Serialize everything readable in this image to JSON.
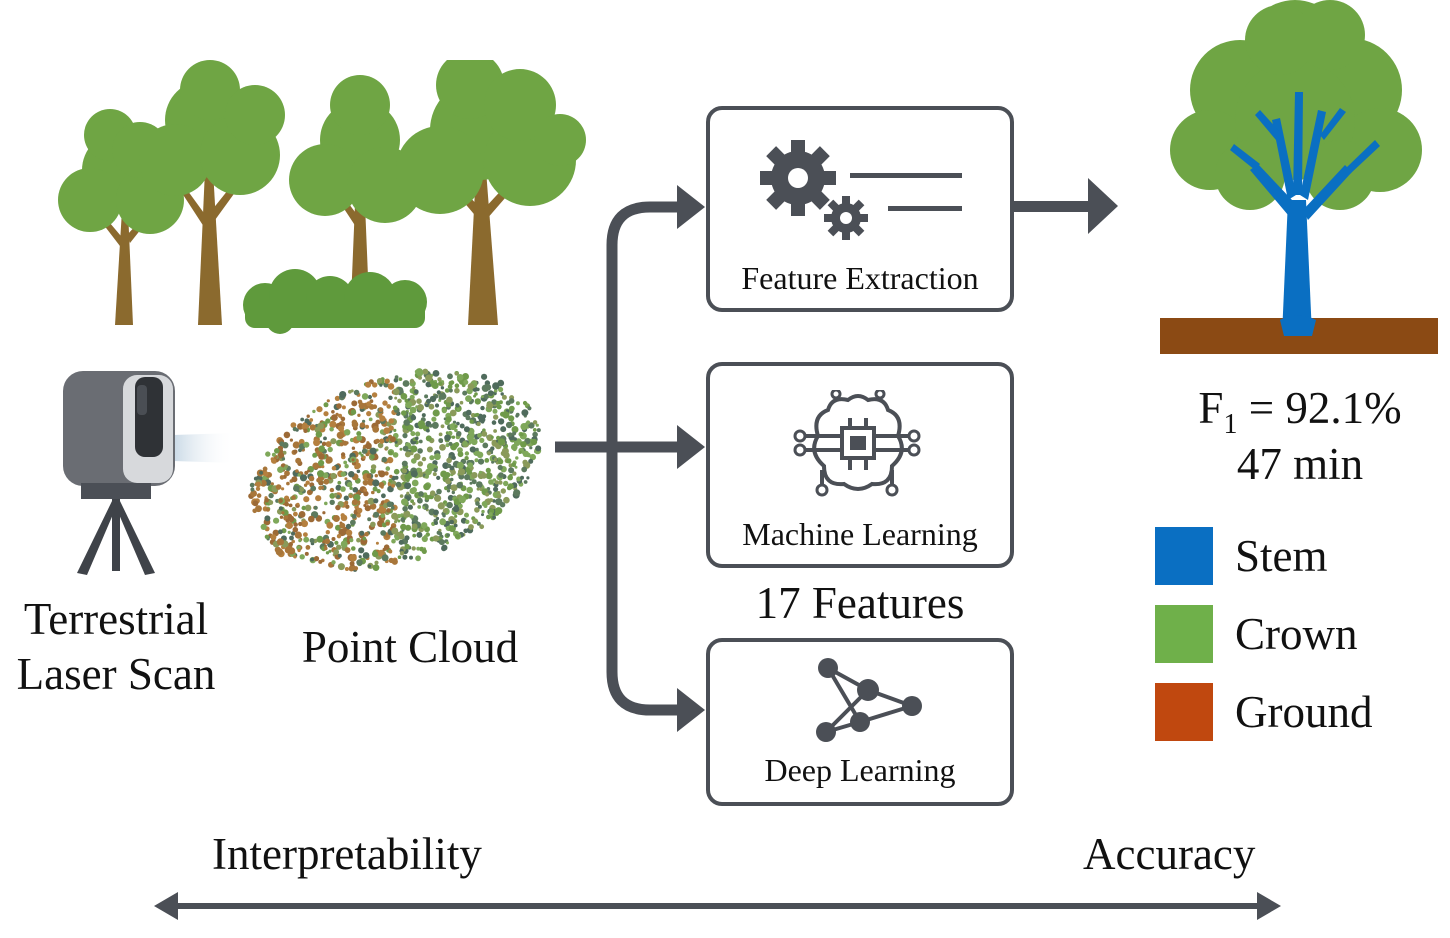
{
  "left": {
    "scanner_label_line1": "Terrestrial",
    "scanner_label_line2": "Laser Scan",
    "cloud_label": "Point Cloud"
  },
  "methods": {
    "feature_extraction": "Feature Extraction",
    "machine_learning": "Machine Learning",
    "features_count": "17 Features",
    "deep_learning": "Deep Learning"
  },
  "result": {
    "f1_symbol": "F",
    "f1_subscript": "1",
    "f1_value": "= 92.1%",
    "time": "47 min"
  },
  "legend": [
    {
      "label": "Stem",
      "color": "#0a6fc2"
    },
    {
      "label": "Crown",
      "color": "#6fb04a"
    },
    {
      "label": "Ground",
      "color": "#c0480f"
    }
  ],
  "axis": {
    "left_label": "Interpretability",
    "right_label": "Accuracy"
  },
  "colors": {
    "arrow": "#4b4f56",
    "tree_crown": "#6fa544",
    "tree_trunk": "#8b6a2e",
    "soil": "#8b4a14",
    "stem": "#0a6fc2"
  }
}
